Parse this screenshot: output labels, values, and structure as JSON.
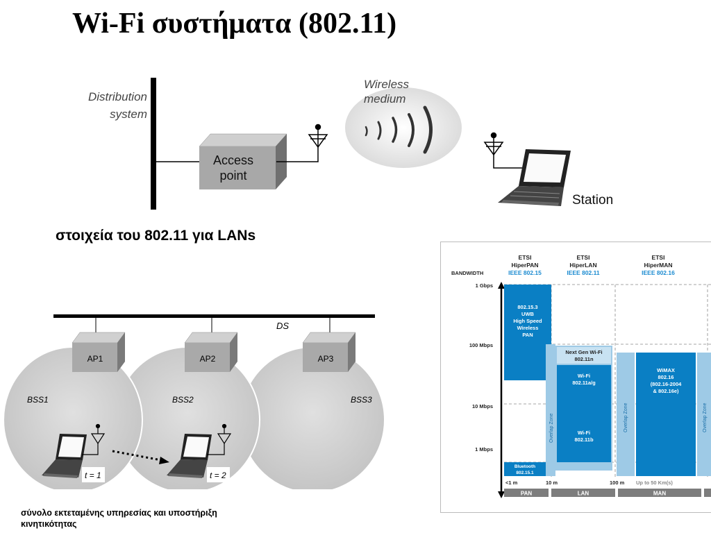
{
  "slide": {
    "title": "Wi-Fi συστήματα (802.11)",
    "subtitle": "στοιχεία του 802.11 για LANs",
    "caption": "σύνολο εκτεταμένης υπηρεσίας και υποστήριξη κινητικότητας"
  },
  "top_diagram": {
    "distribution_system": [
      "Distribution",
      "system"
    ],
    "access_point": [
      "Access",
      "point"
    ],
    "wireless_medium": [
      "Wireless",
      "medium"
    ],
    "station": "Station"
  },
  "ess_diagram": {
    "ds": "DS",
    "aps": [
      "AP1",
      "AP2",
      "AP3"
    ],
    "bss": [
      "BSS1",
      "BSS2",
      "BSS3"
    ],
    "times": [
      "t = 1",
      "t = 2"
    ]
  },
  "standards_chart": {
    "bandwidth_label": "BANDWIDTH",
    "y_ticks": [
      "1 Gbps",
      "100 Mbps",
      "10 Mbps",
      "1 Mbps"
    ],
    "headers": [
      {
        "org": "ETSI",
        "name": "HiperPAN",
        "std": "IEEE 802.15"
      },
      {
        "org": "ETSI",
        "name": "HiperLAN",
        "std": "IEEE 802.11"
      },
      {
        "org": "ETSI",
        "name": "HiperMAN",
        "std": "IEEE 802.16"
      }
    ],
    "blocks": {
      "uwb": [
        "802.15.3",
        "UWB",
        "High Speed",
        "Wireless",
        "PAN"
      ],
      "next_gen": [
        "Next Gen Wi-Fi",
        "802.11n"
      ],
      "wifi_ag": [
        "Wi-Fi",
        "802.11a/g"
      ],
      "wifi_b": [
        "Wi-Fi",
        "802.11b"
      ],
      "wimax": [
        "WiMAX",
        "802.16",
        "(802.16-2004",
        "& 802.16e)"
      ],
      "bluetooth": [
        "Bluetooth",
        "802.15.1"
      ]
    },
    "overlap_label": "Overlap Zone",
    "x_ticks": [
      "<1 m",
      "10 m",
      "100 m",
      "Up to 50 Km(s)"
    ],
    "categories": [
      "PAN",
      "LAN",
      "MAN"
    ],
    "colors": {
      "blue": "#0a7fc4",
      "light_blue": "#9ecae6",
      "header_blue": "#1a8ad0"
    }
  }
}
